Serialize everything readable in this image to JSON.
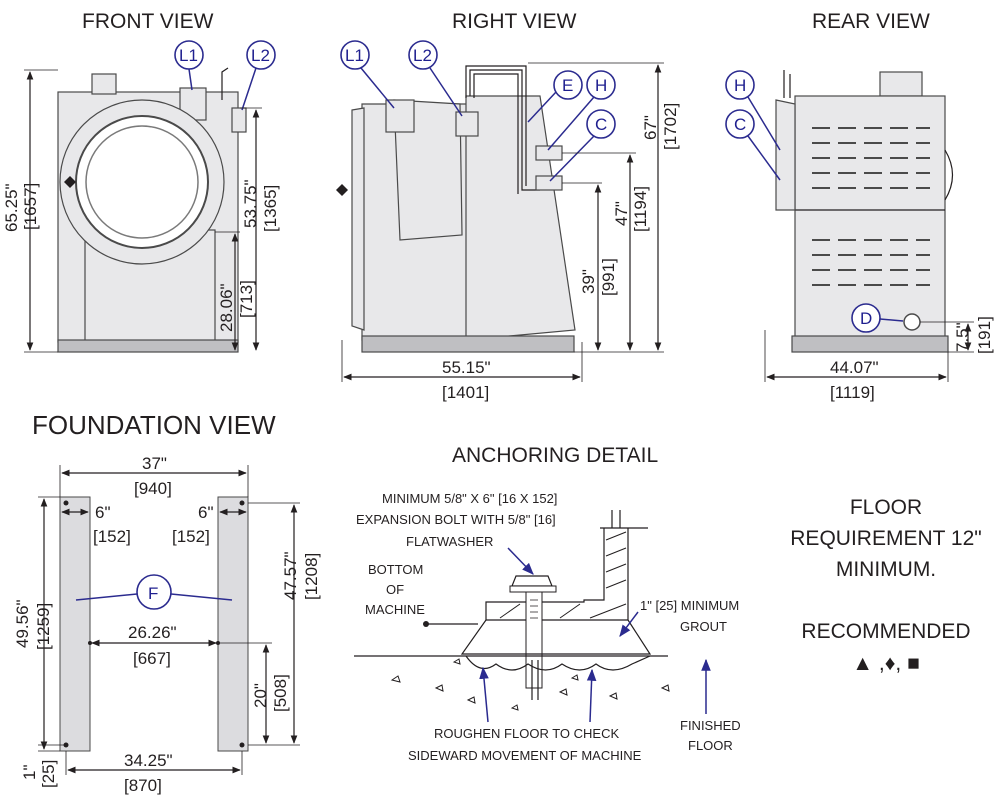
{
  "views": {
    "front": {
      "title": "FRONT VIEW",
      "callouts": [
        "L1",
        "L2"
      ],
      "dims": {
        "overall_height": "65.25\"",
        "overall_height_mm": "[1657]",
        "height_2": "53.75\"",
        "height_2_mm": "[1365]",
        "height_3": "28.06\"",
        "height_3_mm": "[713]"
      }
    },
    "right": {
      "title": "RIGHT VIEW",
      "callouts": [
        "L1",
        "L2",
        "E",
        "H",
        "C"
      ],
      "dims": {
        "overall_height": "67\"",
        "overall_height_mm": "[1702]",
        "height_2": "47\"",
        "height_2_mm": "[1194]",
        "height_3": "39\"",
        "height_3_mm": "[991]",
        "depth": "55.15\"",
        "depth_mm": "[1401]"
      }
    },
    "rear": {
      "title": "REAR VIEW",
      "callouts": [
        "H",
        "C",
        "D"
      ],
      "dims": {
        "drain_height": "7.5\"",
        "drain_height_mm": "[191]",
        "width": "44.07\"",
        "width_mm": "[1119]"
      }
    },
    "foundation": {
      "title": "FOUNDATION VIEW",
      "callouts": [
        "F"
      ],
      "dims": {
        "outer_width": "37\"",
        "outer_width_mm": "[940]",
        "pad_left": "6\"",
        "pad_left_mm": "[152]",
        "pad_right": "6\"",
        "pad_right_mm": "[152]",
        "length": "49.56\"",
        "length_mm": "[1259]",
        "bolt_length": "47.57\"",
        "bolt_length_mm": "[1208]",
        "inner_width": "26.26\"",
        "inner_width_mm": "[667]",
        "offset": "20\"",
        "offset_mm": "[508]",
        "bolt_width": "34.25\"",
        "bolt_width_mm": "[870]",
        "edge": "1\"",
        "edge_mm": "[25]"
      }
    },
    "anchoring": {
      "title": "ANCHORING DETAIL",
      "bolt_line1": "MINIMUM 5/8\" X 6\" [16 X 152]",
      "bolt_line2": "EXPANSION BOLT WITH 5/8\" [16]",
      "bolt_line3": "FLATWASHER",
      "bottom_line1": "BOTTOM",
      "bottom_line2": "OF",
      "bottom_line3": "MACHINE",
      "grout_line1": "1\" [25] MINIMUM",
      "grout_line2": "GROUT",
      "roughen_line1": "ROUGHEN FLOOR TO CHECK",
      "roughen_line2": "SIDEWARD MOVEMENT OF MACHINE",
      "finished_line1": "FINISHED",
      "finished_line2": "FLOOR"
    }
  },
  "notes": {
    "floor_line1": "FLOOR",
    "floor_line2": "REQUIREMENT 12\"",
    "floor_line3": "MINIMUM.",
    "recommended": "RECOMMENDED",
    "symbols": "▲ ,♦, ■"
  },
  "colors": {
    "callout": "#2b2b8f",
    "body": "#e8e8ea",
    "text": "#231f20"
  }
}
